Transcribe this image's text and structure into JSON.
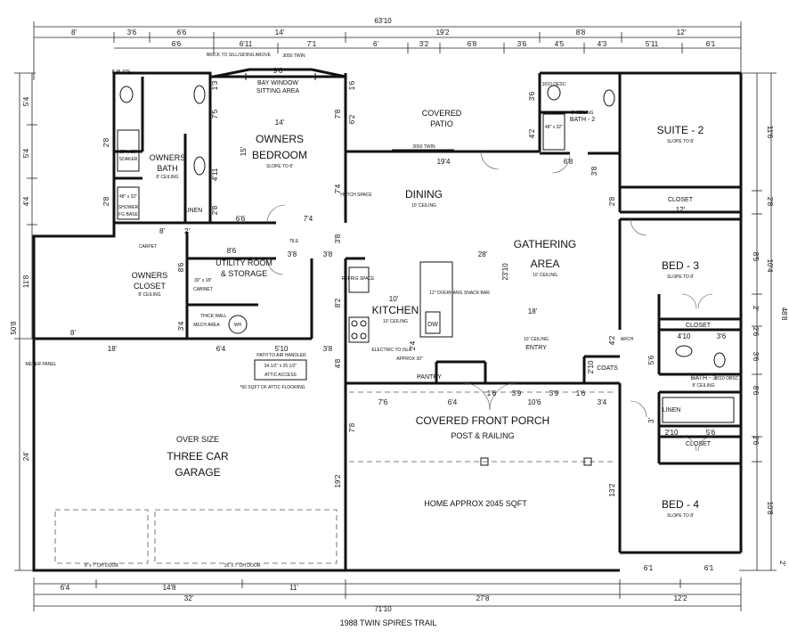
{
  "caption": "1988 TWIN SPIRES TRAIL",
  "rooms": {
    "owners_bedroom": {
      "line1": "OWNERS",
      "line2": "BEDROOM",
      "slope": "SLOPE TO 8'"
    },
    "bay_window": {
      "line1": "BAY WINDOW",
      "line2": "SITTING AREA"
    },
    "owners_bath": {
      "line1": "OWNERS",
      "line2": "BATH",
      "ceiling": "8' CEILING"
    },
    "owners_closet": {
      "line1": "OWNERS",
      "line2": "CLOSET",
      "ceiling": "8' CEILING"
    },
    "linen": "LINEN",
    "utility": {
      "line1": "UTILITY ROOM",
      "line2": "& STORAGE"
    },
    "covered_patio": {
      "line1": "COVERED",
      "line2": "PATIO"
    },
    "dining": {
      "label": "DINING",
      "ceiling": "10' CEILING"
    },
    "gathering": {
      "line1": "GATHERING",
      "line2": "AREA",
      "ceiling": "10' CEILING"
    },
    "kitchen": {
      "label": "KITCHEN",
      "ceiling": "10' CEILING"
    },
    "pantry": "PANTRY",
    "entry": {
      "label": "ENTRY",
      "ceiling": "10' CEILING"
    },
    "suite2": {
      "label": "SUITE - 2",
      "slope": "SLOPE TO 8'"
    },
    "bath2": {
      "label": "BATH - 2",
      "ceiling": "8' CEILING"
    },
    "closet_top": "CLOSET",
    "bed3": {
      "label": "BED - 3",
      "slope": "SLOPE TO 8'"
    },
    "closet_mid": "CLOSET",
    "bath3": {
      "label": "BATH - 3",
      "ceiling": "8' CEILING"
    },
    "linen2": "LINEN",
    "closet_low": "CLOSET",
    "bed4": {
      "label": "BED - 4",
      "slope": "SLOPE TO 8'"
    },
    "coats": "COATS",
    "porch": {
      "line1": "COVERED FRONT PORCH",
      "line2": "POST & RAILING"
    },
    "garage": {
      "line1": "OVER SIZE",
      "line2": "THREE CAR",
      "line3": "GARAGE"
    },
    "home_total": "HOME APPROX 2045 SQFT"
  },
  "notes": {
    "brick": "BRICK TO SILL/SIDING ABOVE",
    "twin_top": "3050 TWIN",
    "twin_patio": "3050 TWIN",
    "plate": "8' PLATE",
    "hutch": "HUTCH SPACE",
    "refrig": "REFRIG SPACE",
    "overhang": "12\" OVERHANG SNACK BAR",
    "electric": "ELECTRIC TO ISLE",
    "approx": "APPROX 30\"",
    "dw": "DW",
    "wh": "WH",
    "thick_wall": "THICK WALL",
    "mech": "MECH AREA",
    "cabinet": "CABINET",
    "cabinet_size": "30\" x 18\"",
    "path": "PATH TO AIR HANDLER",
    "attic_size": "34 1/2\" x 25 1/2\"",
    "attic_access": "ATTIC ACCESS",
    "attic_floor": "*60 SQFT OF ATTIC FLOORING",
    "meter": "METER PANEL",
    "soaker_size": "60\" x 36\"",
    "soaker": "SOAKER",
    "shower_size": "48\" x 32\"",
    "shower": "SHOWER",
    "fg_base": "FG BASE",
    "shower2_size": "48\" x 32\"",
    "arch": "ARCH",
    "carpet": "CARPET",
    "tile": "TILE",
    "door_left": "8' x 7' OH DOOR",
    "door_right": "16' x 7' OH DOOR",
    "desc": "3010 DESC",
    "desc2": "3010 OBSC"
  },
  "dims": {
    "top_total": "63'10",
    "top_row": [
      "8'",
      "3'6",
      "6'6",
      "14'",
      "19'2",
      "8'8",
      "12'"
    ],
    "top_row2": [
      "6'6",
      "6'11",
      "7'1",
      "6'",
      "3'2",
      "6'8",
      "3'6",
      "4'5",
      "4'3",
      "5'11",
      "6'1"
    ],
    "interior": [
      "9'6",
      "14'",
      "19'4",
      "6'8",
      "12'",
      "8'6",
      "3'8",
      "3'8",
      "28'",
      "10'",
      "18'",
      "6'4",
      "5'10",
      "3'8",
      "7'6",
      "6'4",
      "1'6",
      "3'9",
      "10'6",
      "3'9",
      "1'6",
      "3'4",
      "4'10",
      "3'6",
      "2'10",
      "5'6",
      "6'6",
      "7'4",
      "2'",
      "8'",
      "18'",
      "23'10"
    ],
    "left": [
      "5'4",
      "5'4",
      "4'4",
      "11'8",
      "50'8",
      "8'",
      "24'"
    ],
    "right": [
      "11'6",
      "2'8",
      "8'5",
      "10'4",
      "2'",
      "3'6",
      "48'8",
      "2'6",
      "8'6",
      "2'6",
      "10'8",
      "2'"
    ],
    "bottom_row": [
      "6'4",
      "14'8",
      "11'",
      "6'1",
      "6'1"
    ],
    "bottom_row2": [
      "32'",
      "27'8",
      "12'2"
    ],
    "bottom_total": "71'10",
    "vert_small": [
      "7'5",
      "15'",
      "4'11",
      "2'8",
      "7'8",
      "6'2",
      "7'4",
      "3'8",
      "8'2",
      "4'8",
      "2'4",
      "7'8",
      "19'2",
      "13'2",
      "8'6",
      "3'4",
      "1'3",
      "1'6",
      "3'6",
      "4'2",
      "3'8",
      "2'8",
      "2'8",
      "2'8",
      "4'2",
      "2'10",
      "5'6",
      "3'"
    ]
  }
}
